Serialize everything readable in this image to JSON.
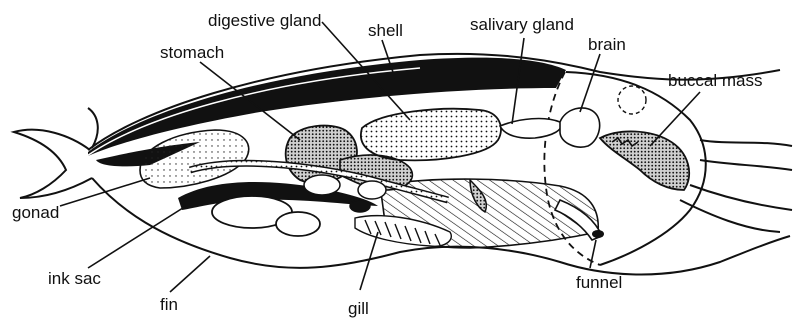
{
  "labels": {
    "digestive_gland": "digestive gland",
    "shell": "shell",
    "salivary_gland": "salivary gland",
    "brain": "brain",
    "stomach": "stomach",
    "buccal_mass": "buccal mass",
    "gonad": "gonad",
    "ink_sac": "ink sac",
    "fin": "fin",
    "gill": "gill",
    "funnel": "funnel"
  },
  "colors": {
    "ink": "#111111",
    "paper": "#ffffff",
    "stipple_fill": "#9a9a9a"
  }
}
